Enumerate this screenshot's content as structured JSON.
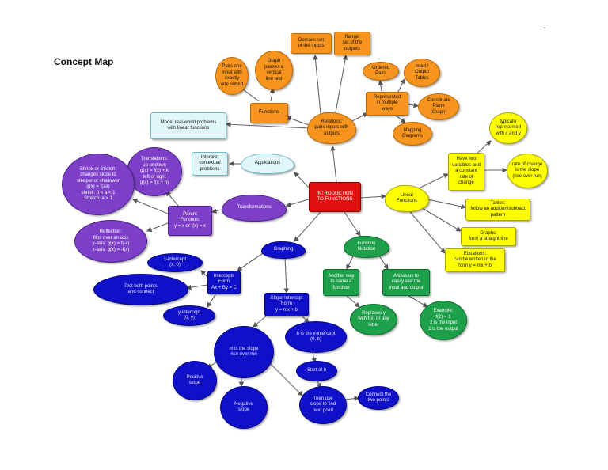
{
  "title": "Concept Map",
  "nodes": {
    "center": "INTRODUCTION\nTO FUNCTIONS",
    "relations": "Relations:\npairs inputs with\noutputs",
    "functions": "Functions",
    "pairs_one_input": "Pairs one\ninput with\nexactly\none output",
    "graph_vertical": "Graph\npasses a\nvertical\nline test",
    "domain": "Domain: set\nof the inputs",
    "range": "Range:\nset of the\noutputs",
    "represented": "Represented\nin multiple\nways",
    "ordered_pairs": "Ordered\nPairs",
    "io_tables": "Input /\nOutput\nTables",
    "coord_plane": "Coordinate\nPlane\n(Graph)",
    "mapping": "Mapping\nDiagrams",
    "applications": "Applications",
    "model_real_world": "Model real-world problems\nwith linear functions",
    "interpret": "Interpret\ncontextual\nproblems",
    "transformations": "Transformations",
    "parent_function": "Parent\nFunction:\ny = x or f(x) = x",
    "translations": "Translations:\nup or down\ng(x) = f(x) + k\nleft or right\ng(x) = f(x + h)",
    "shrink_stretch": "Shrink or Stretch:\nchanges slope to\nsteeper or shallower\ng(x) = f(ax)\nshrink: 0 < a < 1\nStretch: a > 1",
    "reflection": "Reflection:\nflips over an axis\ny-axis: g(x) = f(-x)\nx-axis: g(x) = -f(x)",
    "linear_functions": "Linear\nFunctions",
    "two_variables": "Have two\nvariables and\na constant\nrate of\nchange",
    "typically": "typically\nrepresented\nwith x and y",
    "rate_of_change": "rate of change\nis the slope\n(rise over run)",
    "tables": "Tables:\nfollow an addition/subtract\npattern",
    "graphs": "Graphs:\nform a straight line",
    "equations": "Equations:\ncan be written in the\nform y = mx + b",
    "function_notation": "Function\nNotation",
    "another_way": "Another way\nto name a\nfunction",
    "allows_us": "Allows us to\neasily see the\ninput and output",
    "replaces_y": "Replaces y\nwith f(x) or any\nletter",
    "example": "Example:\nf(2) = 1\n2 is the input\n1 is the output",
    "graphing": "Graphing",
    "intercepts_form": "Intercepts\nForm\nAx + By = C",
    "x_intercept": "x-intercept\n(x, 0)",
    "plot_points": "Plot both points\nand connect",
    "y_intercept": "y-intercept\n(0, y)",
    "slope_intercept": "Slope-Intercept\nForm\ny = mx + b",
    "m_is_slope": "m is the slope\nrise over run",
    "b_is_y_intercept": "b is the y-intercept\n(0, b)",
    "positive_slope": "Positive\nslope",
    "negative_slope": "Negative\nslope",
    "start_at_b": "Start at b",
    "then_use_slope": "Then use\nslope to find\nnext point",
    "connect_points": "Connect the\ntwo points"
  }
}
